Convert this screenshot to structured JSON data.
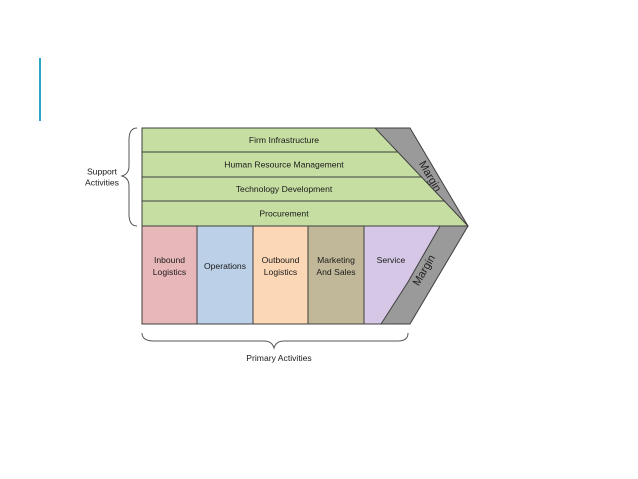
{
  "colors": {
    "accent": "#2aa7c4",
    "support_fill": "#c6dea2",
    "support_stroke": "#3f3f3f",
    "margin_fill": "#9a9a9a",
    "inbound": "#e8b7b9",
    "operations": "#bcd0e8",
    "outbound": "#fbd7b6",
    "marketing": "#c0b898",
    "service": "#d5c7e5"
  },
  "diagram": {
    "support_label": [
      "Support",
      "Activities"
    ],
    "support_activities": [
      "Firm Infrastructure",
      "Human Resource Management",
      "Technology Development",
      "Procurement"
    ],
    "primary_activities": [
      [
        "Inbound",
        "Logistics"
      ],
      [
        "Operations"
      ],
      [
        "Outbound",
        "Logistics"
      ],
      [
        "Marketing",
        "And Sales"
      ],
      [
        "Service"
      ]
    ],
    "margin_top": "Margin",
    "margin_bottom": "Margin",
    "primary_label": "Primary Activities"
  }
}
